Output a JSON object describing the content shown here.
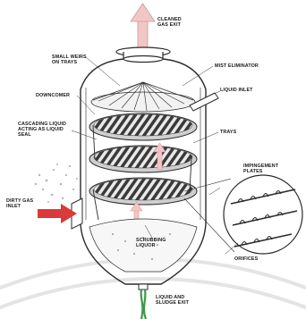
{
  "labels": {
    "cleaned_gas_exit": "CLEANED GAS EXIT",
    "small_weirs_on_trays": "SMALL WEIRS ON TRAYS",
    "mist_eliminator": "MIST ELIMINATOR",
    "liquid_inlet": "LIQUID INLET",
    "downcomer": "DOWNCOMER",
    "cascading_liquid": "CASCADING LIQUID ACTING AS LIQUID SEAL",
    "trays": "TRAYS",
    "impingement_plates": "IMPINGEMENT PLATES",
    "dirty_gas_inlet": "DIRTY GAS INLET",
    "orifices": "ORIFICES",
    "scrubbing_liquor": "SCRUBBING LIQUOR",
    "liquid_sludge_exit": "LIQUID AND SLUDGE EXIT"
  },
  "colors": {
    "outline": "#2b2b2b",
    "gas_arrow": "#f3c6c6",
    "dirty_gas_arrow": "#d93a3a",
    "liquid_stream": "#3d9a4a",
    "tray_fill": "#cfcfcf"
  }
}
